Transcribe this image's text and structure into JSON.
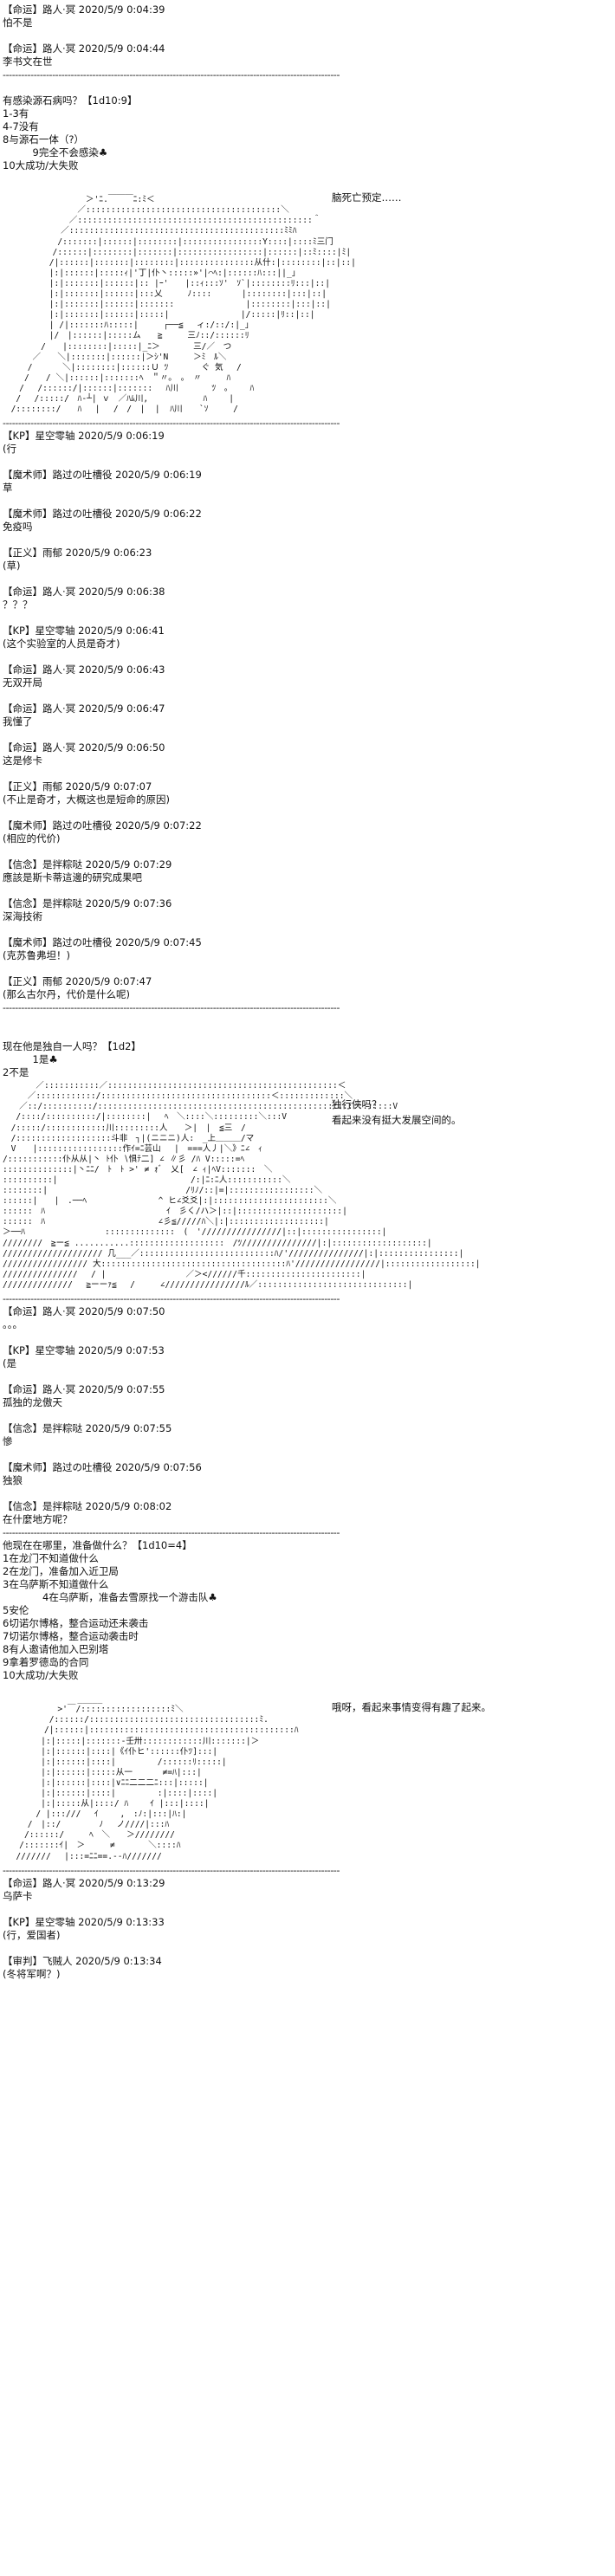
{
  "blocks": [
    {
      "type": "lines",
      "lines": [
        "【命运】路人·冥 2020/5/9 0:04:39",
        "怕不是"
      ]
    },
    {
      "type": "gap"
    },
    {
      "type": "lines",
      "lines": [
        "【命运】路人·冥 2020/5/9 0:04:44",
        "李书文在世"
      ]
    },
    {
      "type": "hr",
      "text": "-------------------------------------------------------------------------------------------------------------"
    },
    {
      "type": "gap"
    },
    {
      "type": "lines",
      "lines": [
        "有感染源石病吗？【1d10:9】",
        "1-3有",
        "4-7没有",
        "8与源石一体（?）",
        "　　　9完全不会感染♣",
        "10大成功/大失败"
      ]
    },
    {
      "type": "aa",
      "lines": [
        "",
        "",
        "　　　　　　　　　　＞'ﾆ.￣￣￣ﾆ:ﾐ＜",
        "　　　　　　　　　／:::::::::::::::::::::::::::::::::::::::＼",
        "　　　　　　　　／:::::::::::::::::::::::::::::::::::::::::::::::＾",
        "　　　　　　　／:::::::::::::::::::::::::::::::::::::::::::ﾐﾐﾊ",
        "　　　　　　 /:::::::|::::::|::::::::|::::::::::::::::Y::::|::::ﾐ三门",
        "　　　　　　/::::::|::::::::|:::::::|:::::::::::::::::|::::::|::ﾐ::::|ﾐ|",
        "　　　　　 /|::::::|:::::::|::::::::|:::::::::::::::从什:|::::::::|::|::|",
        "　　　　　 |:|::::::|:::::ｨ|'丁|仆丶:::::»'|⌒ﾍ:|::::::ﾊ:::||_」",
        "　　　　　 |:|:::::::|::::::|:: |ｰ'　　|::ｨ:::ｿ'　ｿ`|::::::::ﾘ:::|::|",
        "　　　　　 |:|:::::::|::::::|:::乂　　　ﾉ::::　　　 |::::::::|:::|::|",
        "　　　　　 |:|:::::::|::::::|:::::::　　　　　　　　 |::::::::|:::|::|",
        "　　　　　 |:|:::::::|::::::|:::::|　　　　　　　　 |/:::::|ﾘ::|::|",
        "　　　　　 | /|:::::::ﾊ:::::|　　　┌──≦　 ィ:/::/:|_」",
        "　　　　　 |/　|::::::|:::::ム　　≧　　　三ﾉ::/::::::ﾘ",
        "　　　　 /　　|::::::::|:::::|_ﾆ＞　　　　三/／　つ",
        "　　　 ／　　＼|:::::::|::::::|＞ｼ'N　　　＞ﾐ　ﾙ＼",
        "　　　/　　　 ＼|::::::::|::::::Ｕ ﾂ　　　　ぐ 気　 /",
        "　　 /　　/ ＼|::::::|:::::::ﾍ　＂〃。　。　〃　　　ﾊ",
        "　　/　 /::::::/|::::::|:::::::　 ﾊ川　　　　ﾂ　。　　 ﾊ",
        "　 /　 /:::::/　ﾊ-┴| ｖ　／ﾊﾑ川,　　　　　　 ﾊ　　 |",
        "　/::::::::/　　ﾊ　 |　 /　/　|  |  ﾊ川　　`ｿ　　　/"
      ],
      "note": "脑死亡预定……"
    },
    {
      "type": "hr",
      "text": "-------------------------------------------------------------------------------------------------------------"
    },
    {
      "type": "lines",
      "lines": [
        "【KP】星空零轴 2020/5/9 0:06:19",
        "(行"
      ]
    },
    {
      "type": "gap"
    },
    {
      "type": "lines",
      "lines": [
        "【魔术师】路过の吐槽役 2020/5/9 0:06:19",
        "草"
      ]
    },
    {
      "type": "gap"
    },
    {
      "type": "lines",
      "lines": [
        "【魔术师】路过の吐槽役 2020/5/9 0:06:22",
        "免疫吗"
      ]
    },
    {
      "type": "gap"
    },
    {
      "type": "lines",
      "lines": [
        "【正义】雨郁 2020/5/9 0:06:23",
        "(草)"
      ]
    },
    {
      "type": "gap"
    },
    {
      "type": "lines",
      "lines": [
        "【命运】路人·冥 2020/5/9 0:06:38",
        "？？？"
      ]
    },
    {
      "type": "gap"
    },
    {
      "type": "lines",
      "lines": [
        "【KP】星空零轴 2020/5/9 0:06:41",
        "(这个实验室的人员是奇才)"
      ]
    },
    {
      "type": "gap"
    },
    {
      "type": "lines",
      "lines": [
        "【命运】路人·冥 2020/5/9 0:06:43",
        "无双开局"
      ]
    },
    {
      "type": "gap"
    },
    {
      "type": "lines",
      "lines": [
        "【命运】路人·冥 2020/5/9 0:06:47",
        "我懂了"
      ]
    },
    {
      "type": "gap"
    },
    {
      "type": "lines",
      "lines": [
        "【命运】路人·冥 2020/5/9 0:06:50",
        "这是修卡"
      ]
    },
    {
      "type": "gap"
    },
    {
      "type": "lines",
      "lines": [
        "【正义】雨郁 2020/5/9 0:07:07",
        "(不止是奇才，大概这也是短命的原因)"
      ]
    },
    {
      "type": "gap"
    },
    {
      "type": "lines",
      "lines": [
        "【魔术师】路过の吐槽役 2020/5/9 0:07:22",
        "(相应的代价)"
      ]
    },
    {
      "type": "gap"
    },
    {
      "type": "lines",
      "lines": [
        "【信念】是拌粽哒 2020/5/9 0:07:29",
        "應該是斯卡蒂這邊的研究成果吧"
      ]
    },
    {
      "type": "gap"
    },
    {
      "type": "lines",
      "lines": [
        "【信念】是拌粽哒 2020/5/9 0:07:36",
        "深海技術"
      ]
    },
    {
      "type": "gap"
    },
    {
      "type": "lines",
      "lines": [
        "【魔术师】路过の吐槽役 2020/5/9 0:07:45",
        "(克苏鲁弗坦！)"
      ]
    },
    {
      "type": "gap"
    },
    {
      "type": "lines",
      "lines": [
        "【正义】雨郁 2020/5/9 0:07:47",
        "(那么古尔丹，代价是什么呢)"
      ]
    },
    {
      "type": "hr",
      "text": "-------------------------------------------------------------------------------------------------------------"
    },
    {
      "type": "gap"
    },
    {
      "type": "gap"
    },
    {
      "type": "lines",
      "lines": [
        "现在他是独自一人吗？【1d2】",
        "　　　1是♣",
        "2不是"
      ]
    },
    {
      "type": "aa",
      "lines": [
        "　　　　／:::::::::::／::::::::::::::::::::::::::::::::::::::::::::::＜",
        "　　　／::::::::::::/::::::::::::::::::::::::::::::::::＜:::::::::::::＼",
        "　　／::/::::::::::/:::::::::::::::::::::::::::::::::::::::::::::::::::::::::::V",
        "　 /::::/::::::::::/|::::::::|　 ﾍ　＼::::＼:::::::::＼:::V",
        "　/:::::/::::::::::::川:::::::::人　　＞|　|　≦三　/",
        "　/:::::::::::::::::::斗非　┐|(ニニニ)人:　_上＿＿＿/マ",
        "　V　　|:::::::::::::::::作ｲ=ﾆ芸山　 |　===人丿|＼》ﾆ∠　ｨ",
        "/:::::::::::仆从从|丶 ﾄ仆 ∖惧ﾃ二] ∠ ∥彡 /ﾊ V:::::=ﾍ",
        "::::::::::::::|丶ﾆﾆ/　ﾄ　ﾄ >' ≠ ｫﾞ　乂[　∠ ｨ|ﾍV:::::::　＼",
        "::::::::::|　　　　　　　　　　　　　　　　/:|ﾆ:ﾆ人:::::::::::＼",
        "::::::::|　　　　　　　　　　　　　　　　 /ﾘﾉ/::|=|:::::::::::::::::＼",
        "::::::|　　|　.──ﾍ　　　　　　　　 ^ ヒ∠爻爻|:|:::::::::::::::::::::::＼",
        "::::::　ﾊ　　　　　　　　　　　　　　 ｲ　彡く/ハ＞|::|:::::::::::::::::::::|",
        "::::::　ﾊ　　　　　　　　　　　　　 ∠彡≦/////ﾊ＼|:|:::::::::::::::::::|",
        "＞──ﾊ　　　　　　　　　 ::::::::::::::　(　'////////////////|::|::::::::::::::::|",
        "////////　≧ー≦ ...........:::::::::::::::::::　/ﾂ///////////////|:|:::::::::::::::::::|",
        "//////////////////// 几___／:::::::::::::::::::::::::::ﾊ/'///////////////|:|::::::::::::::::|",
        "///////////////// 大:::::::::::::::::::::::::::::::::::::ﾊ'/////////////////|::::::::::::::::::|",
        "///////////////　 / |　　　　　　　　　 ／＞<//////千:::::::::::::::::::::::|",
        "//////////////　 ≧ーーｧ≦　 /　　　∠////////////////ﾙ／::::::::::::::::::::::::::::::|"
      ],
      "notes": [
        "独行侠吗？",
        "看起来没有挺大发展空间的。"
      ]
    },
    {
      "type": "hr",
      "text": "-------------------------------------------------------------------------------------------------------------"
    },
    {
      "type": "lines",
      "lines": [
        "【命运】路人·冥 2020/5/9 0:07:50",
        "。。。"
      ]
    },
    {
      "type": "gap"
    },
    {
      "type": "lines",
      "lines": [
        "【KP】星空零轴 2020/5/9 0:07:53",
        "(是"
      ]
    },
    {
      "type": "gap"
    },
    {
      "type": "lines",
      "lines": [
        "【命运】路人·冥 2020/5/9 0:07:55",
        "孤独的龙傲天"
      ]
    },
    {
      "type": "gap"
    },
    {
      "type": "lines",
      "lines": [
        "【信念】是拌粽哒 2020/5/9 0:07:55",
        "慘"
      ]
    },
    {
      "type": "gap"
    },
    {
      "type": "lines",
      "lines": [
        "【魔术师】路过の吐槽役 2020/5/9 0:07:56",
        "独狼"
      ]
    },
    {
      "type": "gap"
    },
    {
      "type": "lines",
      "lines": [
        "【信念】是拌粽哒 2020/5/9 0:08:02",
        "在什麼地方呢？"
      ]
    },
    {
      "type": "hr",
      "text": "-------------------------------------------------------------------------------------------------------------"
    },
    {
      "type": "lines",
      "lines": [
        "他现在在哪里，准备做什么？【1d10=4】",
        "1在龙门不知道做什么",
        "2在龙门，准备加入近卫局",
        "3在乌萨斯不知道做什么",
        "　　　　4在乌萨斯，准备去雪原找一个游击队♣",
        "5安伦",
        "6切诺尔博格，整合运动还未袭击",
        "7切诺尔博格，整合运动袭击时",
        "8有人邀请他加入巴别塔",
        "9拿着罗德岛的合同",
        "10大成功/大失败"
      ]
    },
    {
      "type": "aa",
      "lines": [
        "",
        "　　　　　　　　　_____",
        "　　　　　　 >'￣/::::::::::::::::::ﾐ＼",
        "　　　　　 /::::::/::::::::::::::::::::::::::::::::::ﾐ.",
        "　　　　　/|::::::|:::::::::::::::::::::::::::::::::::::::::ﾊ",
        "　　　　 |:|:::::|:::::::-壬卅::::::::::::川:::::::|＞",
        "　　　　 |:|::::::|::::|《ｲ仆ヒ'::::::仆ﾂ]:::|",
        "　　　　 |:|::::::|::::|　　　　　/::::::ﾘ:::::|",
        "　　　　 |:|::::::|:::::从一　　　 ≠=ﾊ|:::|",
        "　　　　 |:|::::::|::::|∨ﾆﾆ二二二ﾆ:::|:::::|",
        "　　　　 |:|::::::|::::|　　　　　:|::::|::::|",
        "　　　　 |:|:::::从|::::/ ﾊ　　 ｲ |:::|::::|",
        "　　　　/ |:::///　 ｲ　　 ,　:ﾉ:|:::|ﾊ:|",
        "　　　/　|::/　　 　　ﾉ　 ノ////|:::ﾊ",
        "　　 /::::::/　　　ﾍ　＼　　＞////////",
        "　　/:::::::ｲ|　＞　　　≠　　　　＼::::ﾊ",
        "　 ///////　 |:::=ﾆﾆ==.--ﾊ///////"
      ],
      "note": "哦呀，看起来事情变得有趣了起来。"
    },
    {
      "type": "hr",
      "text": "-------------------------------------------------------------------------------------------------------------"
    },
    {
      "type": "lines",
      "lines": [
        "【命运】路人·冥 2020/5/9 0:13:29",
        "乌萨卡"
      ]
    },
    {
      "type": "gap"
    },
    {
      "type": "lines",
      "lines": [
        "【KP】星空零轴 2020/5/9 0:13:33",
        "(行，爱国者)"
      ]
    },
    {
      "type": "gap"
    },
    {
      "type": "lines",
      "lines": [
        "【审判】飞贼人 2020/5/9 0:13:34",
        "(冬将军啊？)"
      ]
    }
  ]
}
